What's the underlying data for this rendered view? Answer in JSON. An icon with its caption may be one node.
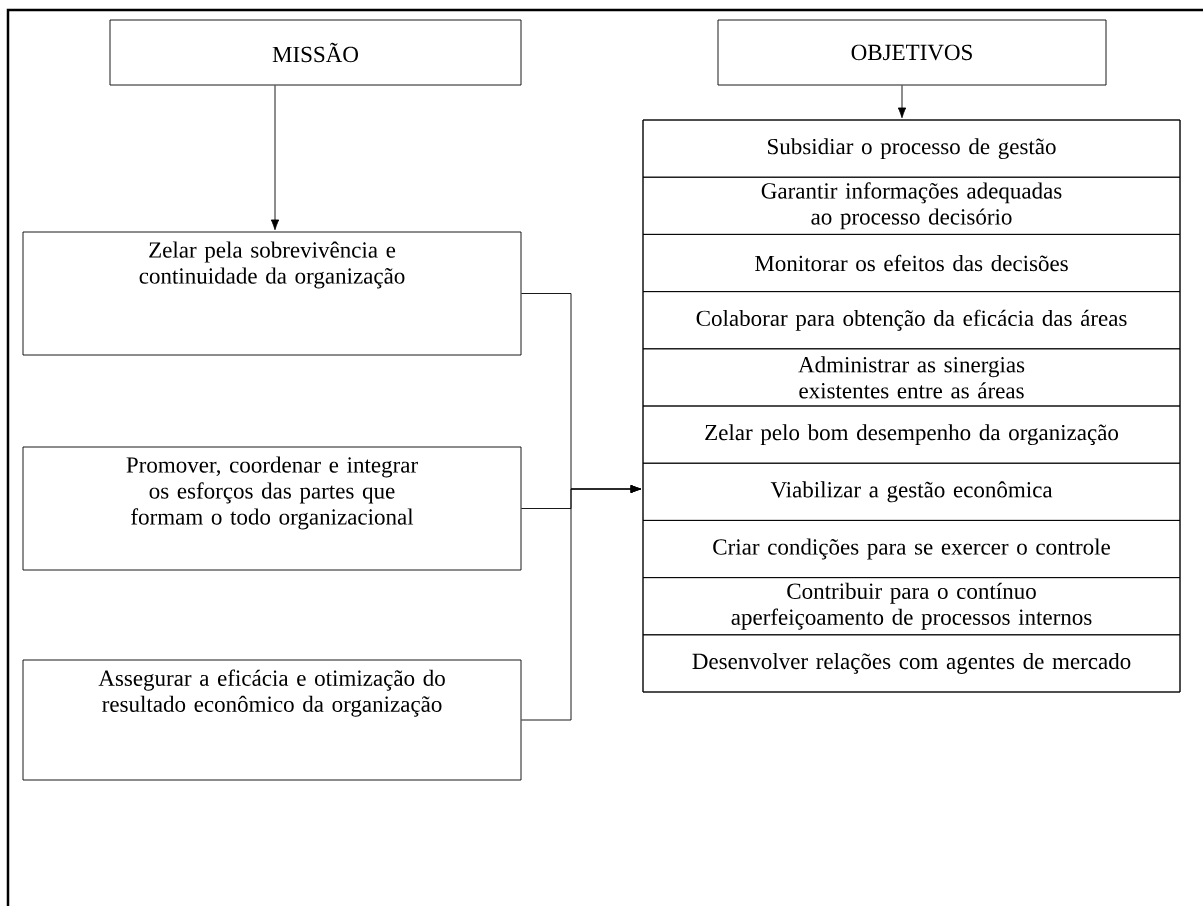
{
  "diagram": {
    "nodes": [
      {
        "text": [
          "MISSÃO"
        ]
      },
      {
        "text": [
          "OBJETIVOS"
        ]
      },
      {
        "text": [
          "Zelar pela sobrevivência e continuidade da organização"
        ]
      },
      {
        "text": [
          "Promover, coordenar e integrar os esforços das partes que formam o todo organizacional"
        ]
      },
      {
        "text": [
          "Assegurar a eficácia e otimização do resultado econômico da organização"
        ]
      },
      {
        "text": [],
        "shape": "box"
      },
      {
        "text": [
          "Subsidiar o processo de gestão"
        ],
        "in": 5
      },
      {
        "text": [
          "Garantir informações adequadas ao processo decisório"
        ],
        "in": 5
      },
      {
        "text": [
          "Monitorar os efeitos das decisões"
        ],
        "in": 5
      },
      {
        "text": [
          "Colaborar para obtenção da eficácia das áreas"
        ],
        "in": 5
      },
      {
        "text": [
          "Administrar as sinergias existentes entre as áreas"
        ],
        "in": 5
      },
      {
        "text": [
          "Zelar pelo bom desempenho da organização"
        ],
        "in": 5
      },
      {
        "text": [
          "Viabilizar a gestão econômica"
        ],
        "in": 5
      },
      {
        "text": [
          "Criar condições para se exercer o controle"
        ],
        "in": 5
      },
      {
        "text": [
          "Contribuir para o contínuo aperfeiçoamento de processos internos"
        ],
        "in": 5
      },
      {
        "text": [
          "Desenvolver relações com agentes de mercado"
        ],
        "in": 5
      }
    ],
    "edges": [
      {
        "from": 0,
        "to": 2,
        "arrow": "to"
      },
      {
        "from": 1,
        "to": 5,
        "arrow": "to"
      },
      {
        "from": 2,
        "to": 5,
        "arrow": "to"
      },
      {
        "from": 3,
        "to": 5,
        "arrow": "to"
      },
      {
        "from": 4,
        "to": 5,
        "arrow": "to"
      }
    ]
  }
}
